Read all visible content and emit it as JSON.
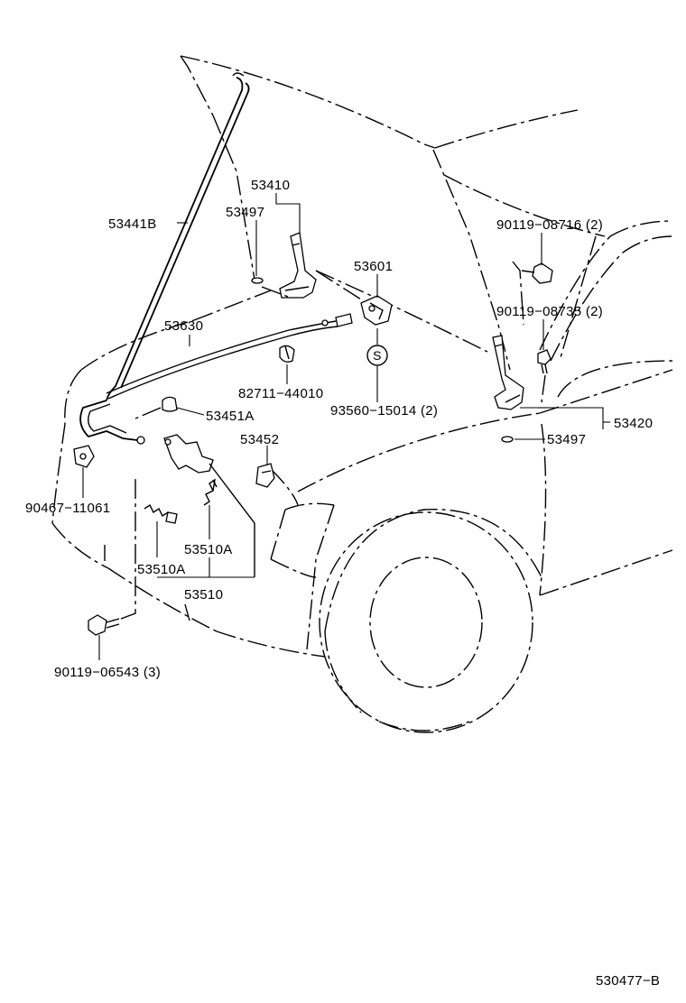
{
  "diagram": {
    "labels": {
      "p53410": "53410",
      "p53497_top": "53497",
      "p53441B": "53441B",
      "p53601": "53601",
      "p90119_08716": "90119−08716 (2)",
      "p53630": "53630",
      "p90119_08735": "90119−08735 (2)",
      "s_mark": "S",
      "p82711_44010": "82711−44010",
      "p93560_15014": "93560−15014 (2)",
      "p53451A": "53451A",
      "p53420": "53420",
      "p53452": "53452",
      "p53497_right": "53497",
      "p90467_11061": "90467−11061",
      "p53510A_right": "53510A",
      "p53510A_left": "53510A",
      "p53510": "53510",
      "p90119_06543": "90119−06543 (3)",
      "ref_code": "530477−B"
    }
  }
}
